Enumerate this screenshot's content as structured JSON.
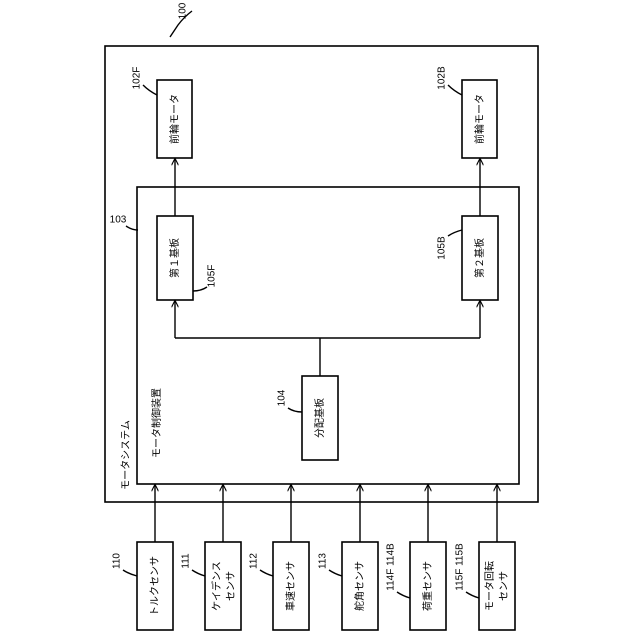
{
  "refs": {
    "system": "100",
    "front_motor": "102F",
    "rear_motor": "102B",
    "controller": "103",
    "distribution_board": "104",
    "board1": "105F",
    "board2": "105B",
    "torque_sensor": "110",
    "cadence_sensor": "111",
    "speed_sensor": "112",
    "steering_sensor": "113",
    "load_sensor": "114F 114B",
    "rotation_sensor": "115F 115B"
  },
  "labels": {
    "system": "モータシステム",
    "controller": "モータ制御装置",
    "front_motor": "前輪モータ",
    "rear_motor": "前輪モータ",
    "board1": "第１基板",
    "board2": "第２基板",
    "distribution_board": "分配基板",
    "torque_sensor": "トルクセンサ",
    "cadence_sensor_1": "ケイデンス",
    "cadence_sensor_2": "センサ",
    "speed_sensor": "車速センサ",
    "steering_sensor": "舵角センサ",
    "load_sensor": "荷重センサ",
    "rotation_sensor_1": "モータ回転",
    "rotation_sensor_2": "センサ"
  }
}
